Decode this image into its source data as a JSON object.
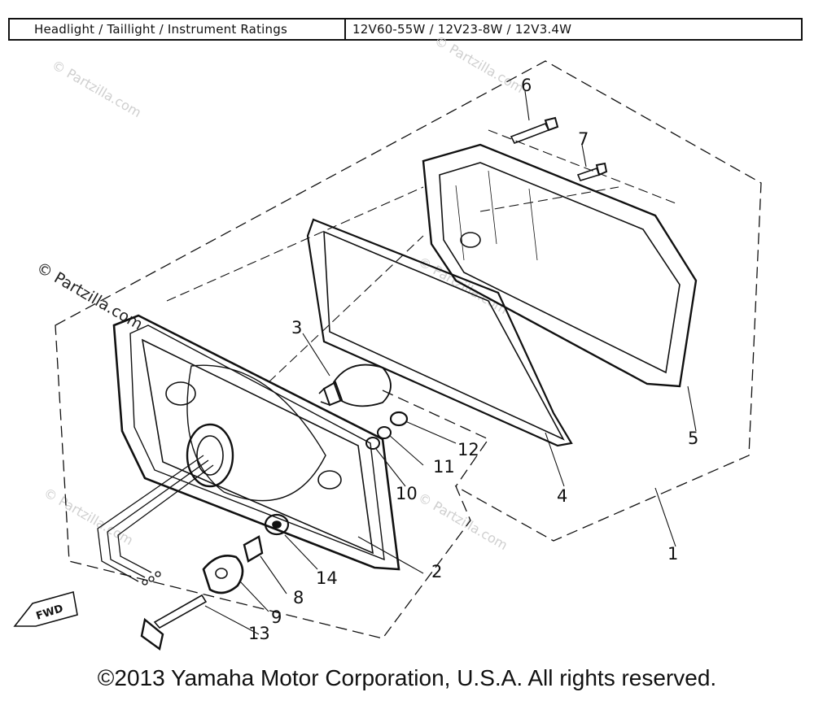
{
  "spec_table": {
    "label": "Headlight / Taillight / Instrument Ratings",
    "value": "12V60-55W / 12V23-8W / 12V3.4W"
  },
  "watermark": "© Partzilla.com",
  "callouts": [
    "1",
    "2",
    "3",
    "4",
    "5",
    "6",
    "7",
    "8",
    "9",
    "10",
    "11",
    "12",
    "13",
    "14"
  ],
  "fwd_label": "FWD",
  "copyright": "©2013 Yamaha Motor Corporation, U.S.A. All rights reserved."
}
